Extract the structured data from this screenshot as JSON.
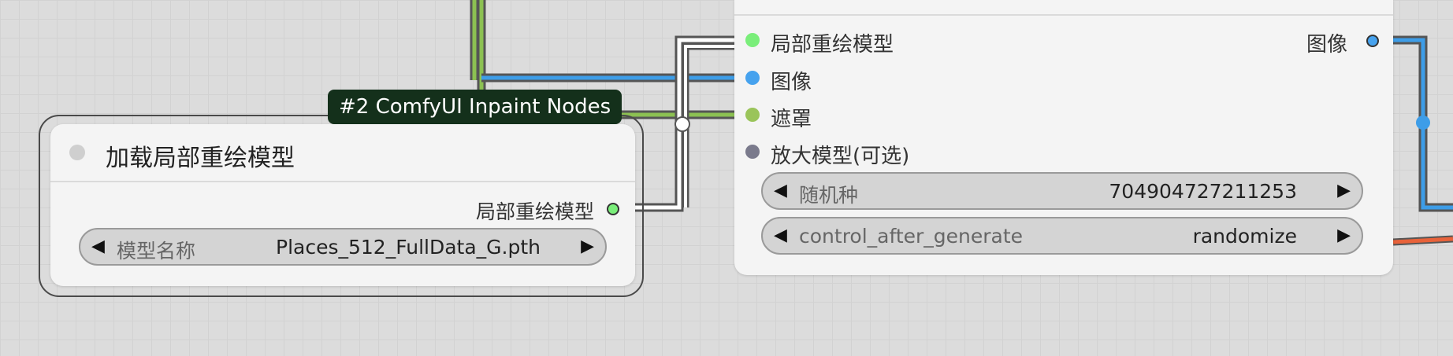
{
  "group_badge": "#2 ComfyUI Inpaint Nodes",
  "left_node": {
    "title": "加载局部重绘模型",
    "output_label": "局部重绘模型",
    "widget": {
      "name": "模型名称",
      "value": "Places_512_FullData_G.pth"
    }
  },
  "right_node": {
    "inputs": [
      {
        "label": "局部重绘模型",
        "color": "#7aee7a"
      },
      {
        "label": "图像",
        "color": "#46a2ee"
      },
      {
        "label": "遮罩",
        "color": "#9ac45a"
      },
      {
        "label": "放大模型(可选)",
        "color": "#7a7a8c"
      }
    ],
    "output_label": "图像",
    "widgets": [
      {
        "name": "随机种",
        "value": "704904727211253"
      },
      {
        "name": "control_after_generate",
        "value": "randomize"
      }
    ]
  },
  "arrows": {
    "left": "◀",
    "right": "▶"
  },
  "colors": {
    "model_wire": "#ffffff",
    "image_wire": "#3d9de8",
    "mask_wire": "#8cc152",
    "orange_wire": "#e8623a",
    "group_badge_bg": "#14301b"
  }
}
